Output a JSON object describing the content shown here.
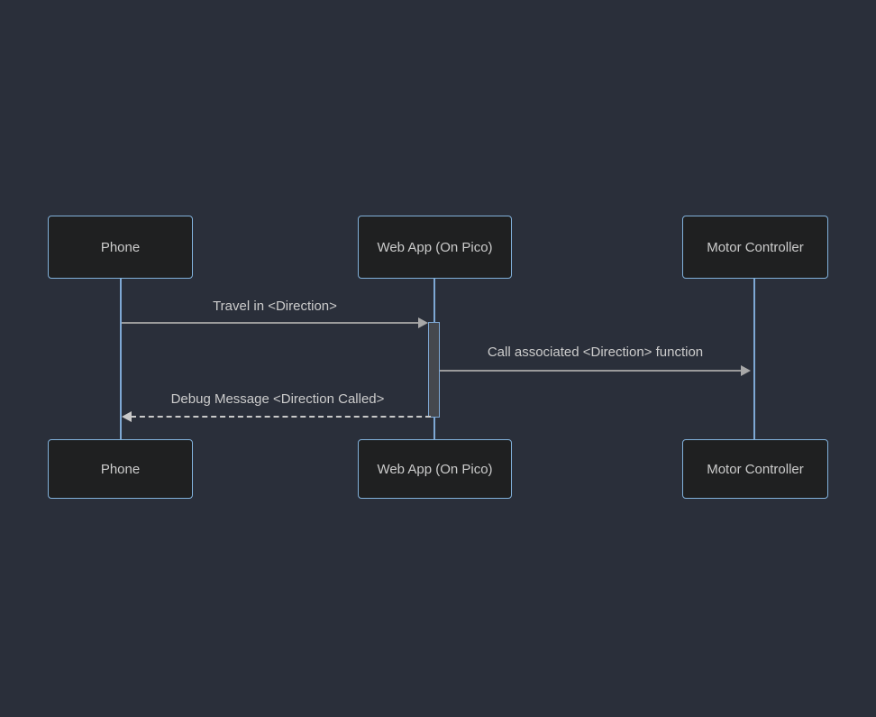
{
  "diagram": {
    "type": "sequence",
    "actors": [
      {
        "id": "phone",
        "label": "Phone"
      },
      {
        "id": "webapp",
        "label": "Web App (On Pico)"
      },
      {
        "id": "motor",
        "label": "Motor Controller"
      }
    ],
    "messages": [
      {
        "from": "phone",
        "to": "webapp",
        "label": "Travel in <Direction>",
        "style": "solid",
        "direction": "right"
      },
      {
        "from": "webapp",
        "to": "motor",
        "label": "Call associated <Direction> function",
        "style": "solid",
        "direction": "right"
      },
      {
        "from": "webapp",
        "to": "phone",
        "label": "Debug Message <Direction Called>",
        "style": "dashed",
        "direction": "left"
      }
    ],
    "activations": [
      {
        "actor": "webapp",
        "from_message": 0,
        "to_message": 2
      }
    ],
    "colors": {
      "background": "#2a2f3a",
      "actor_fill": "#1f2021",
      "actor_border": "#81b1db",
      "lifeline": "#7ea8d4",
      "activation_fill": "#45484e",
      "message_line": "#9b9b9b",
      "dashed_line": "#c9c9c9",
      "text": "#cccccc"
    }
  }
}
